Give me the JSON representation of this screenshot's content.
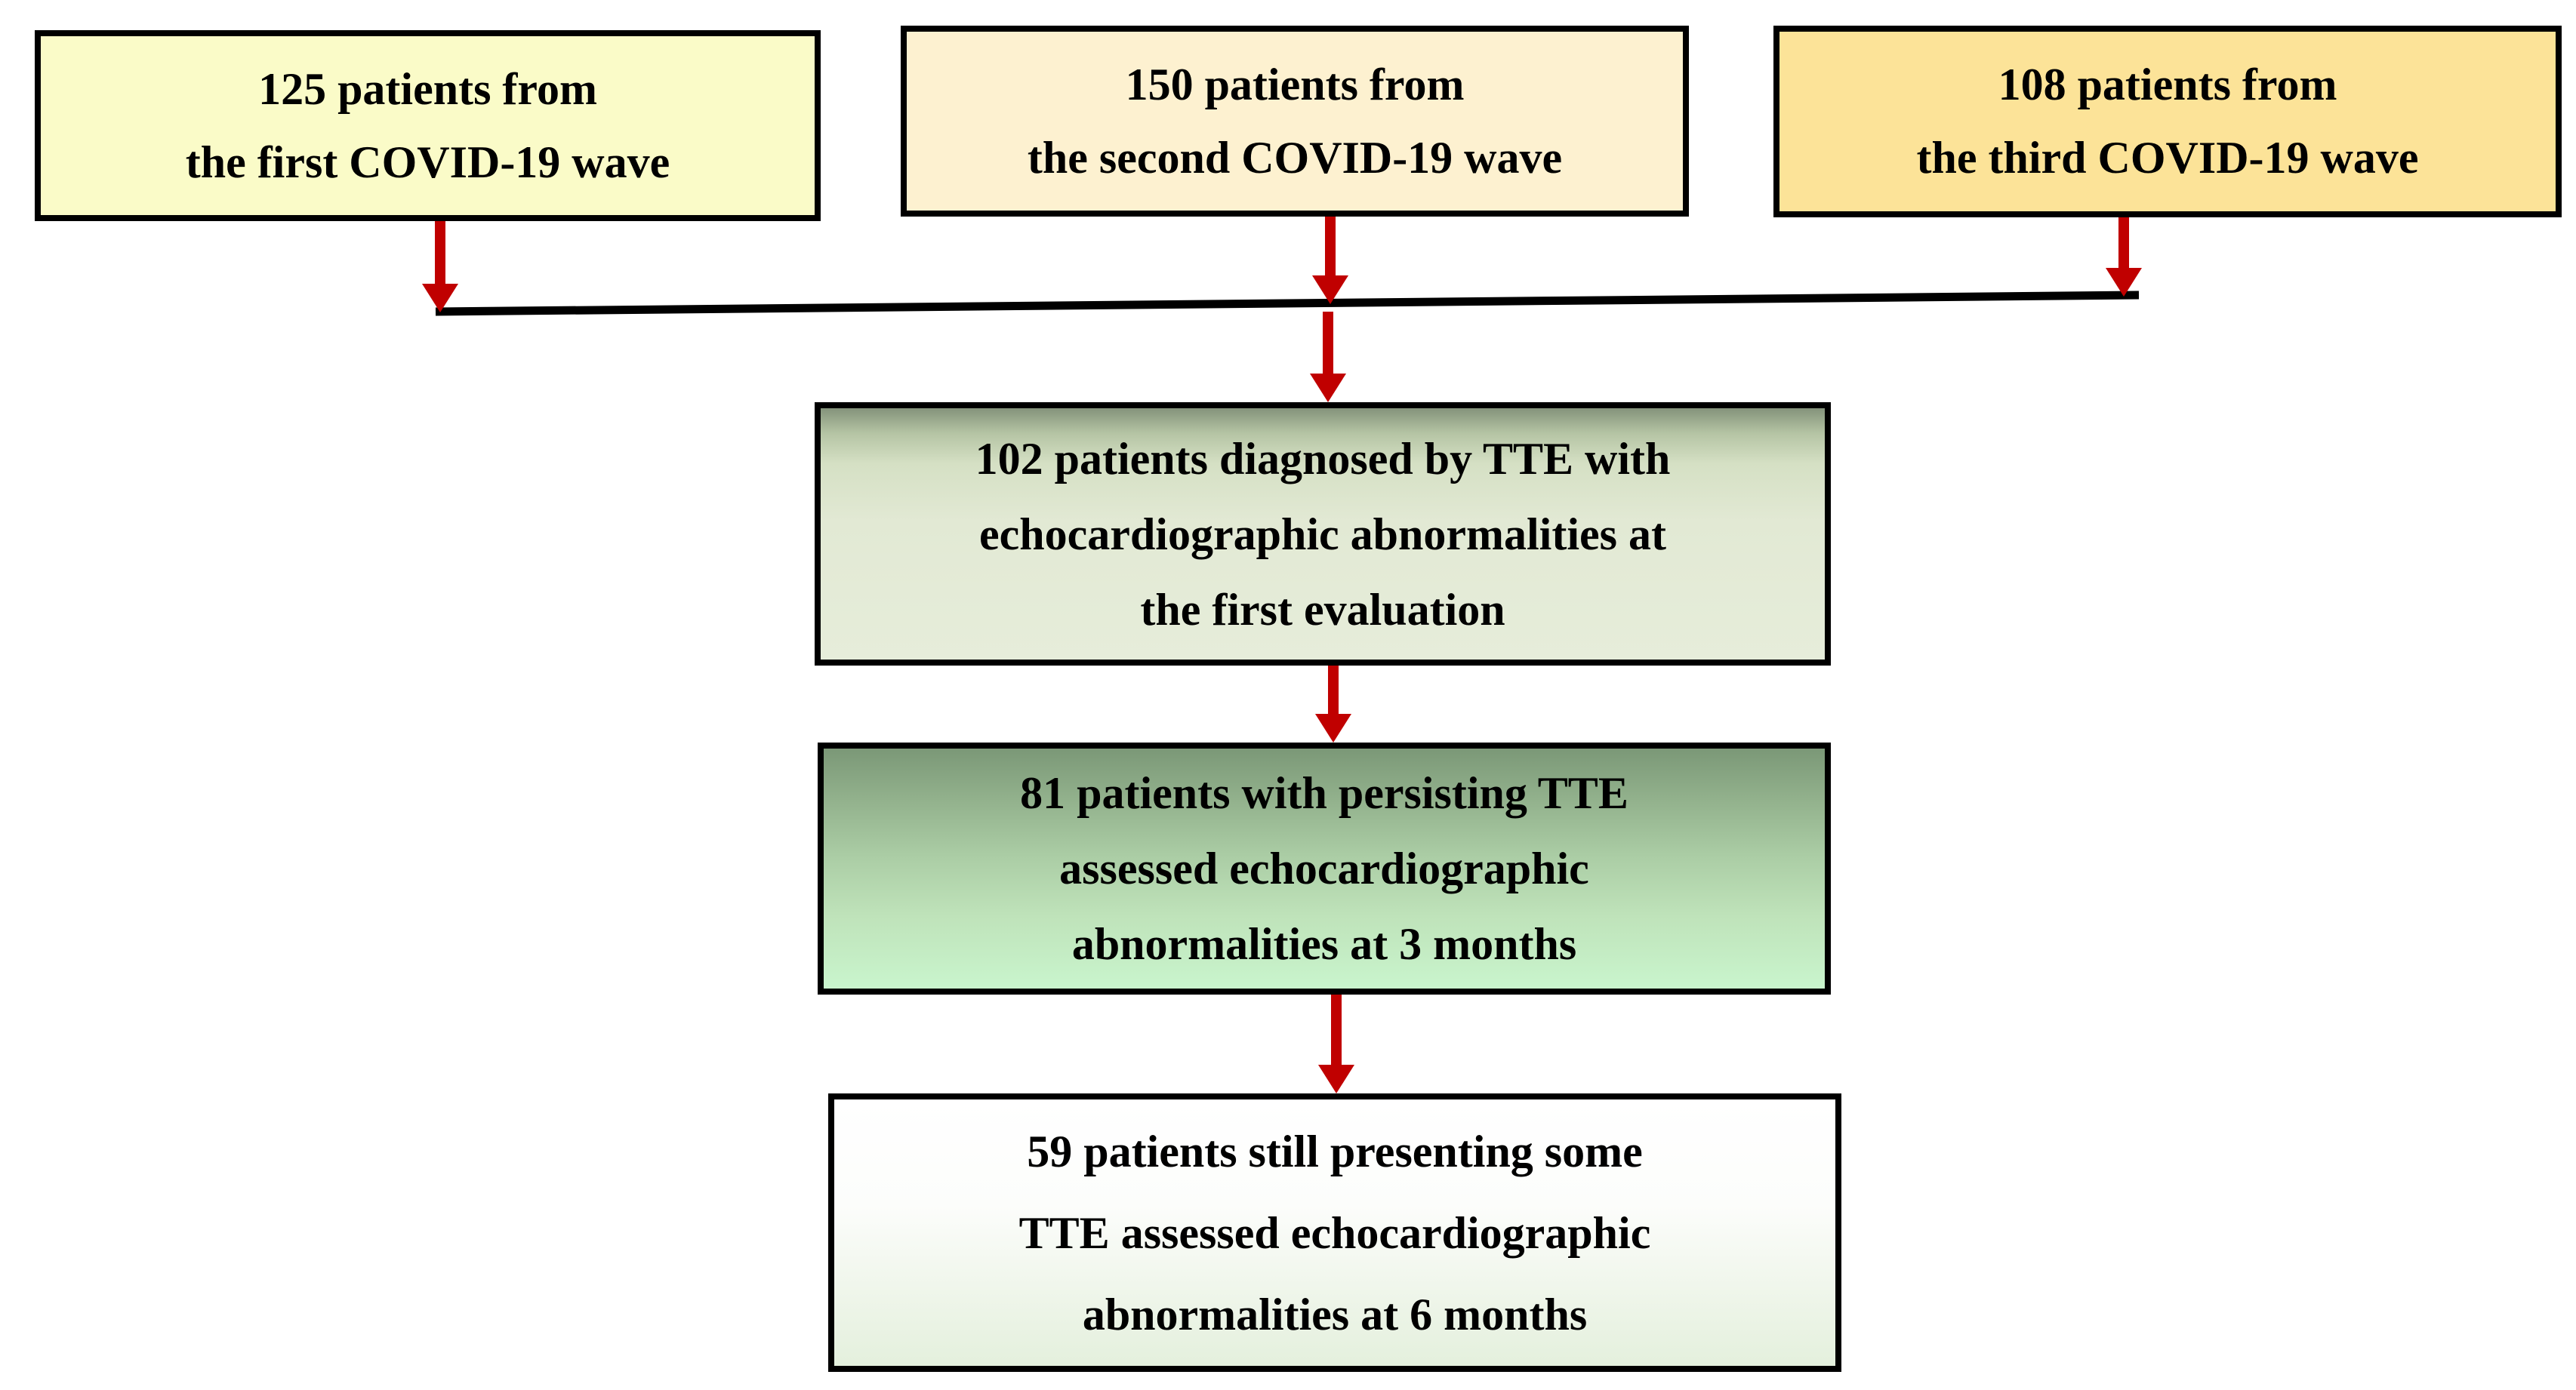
{
  "flowchart": {
    "wave_boxes": [
      {
        "name": "wave-1",
        "lines": [
          "125 patients from",
          "the first COVID-19 wave"
        ],
        "fill": "#fafbc8"
      },
      {
        "name": "wave-2",
        "lines": [
          "150 patients from",
          "the second COVID-19 wave"
        ],
        "fill": "#fdf1d0"
      },
      {
        "name": "wave-3",
        "lines": [
          "108 patients from",
          "the third COVID-19 wave"
        ],
        "fill": "#fce398"
      }
    ],
    "stage_boxes": [
      {
        "name": "first-evaluation",
        "lines": [
          "102 patients diagnosed by TTE with",
          "echocardiographic abnormalities at",
          "the first evaluation"
        ],
        "fill_top": "#84937b",
        "fill_bottom": "#e6edda"
      },
      {
        "name": "three-months",
        "lines": [
          "81 patients with persisting TTE",
          "assessed echocardiographic",
          "abnormalities at 3 months"
        ],
        "fill_top": "#7b9877",
        "fill_bottom": "#c9f5cd"
      },
      {
        "name": "six-months",
        "lines": [
          "59 patients still presenting some",
          "TTE assessed echocardiographic",
          "abnormalities at 6 months"
        ],
        "fill_top": "#ffffff",
        "fill_bottom": "#e4f0dd"
      }
    ],
    "counts": {
      "wave1": 125,
      "wave2": 150,
      "wave3": 108,
      "first_evaluation": 102,
      "three_months": 81,
      "six_months": 59
    },
    "colors": {
      "arrow_red": "#c00000",
      "connector_black": "#000000",
      "box_border": "#000000",
      "text": "#000000",
      "background": "#ffffff"
    }
  }
}
